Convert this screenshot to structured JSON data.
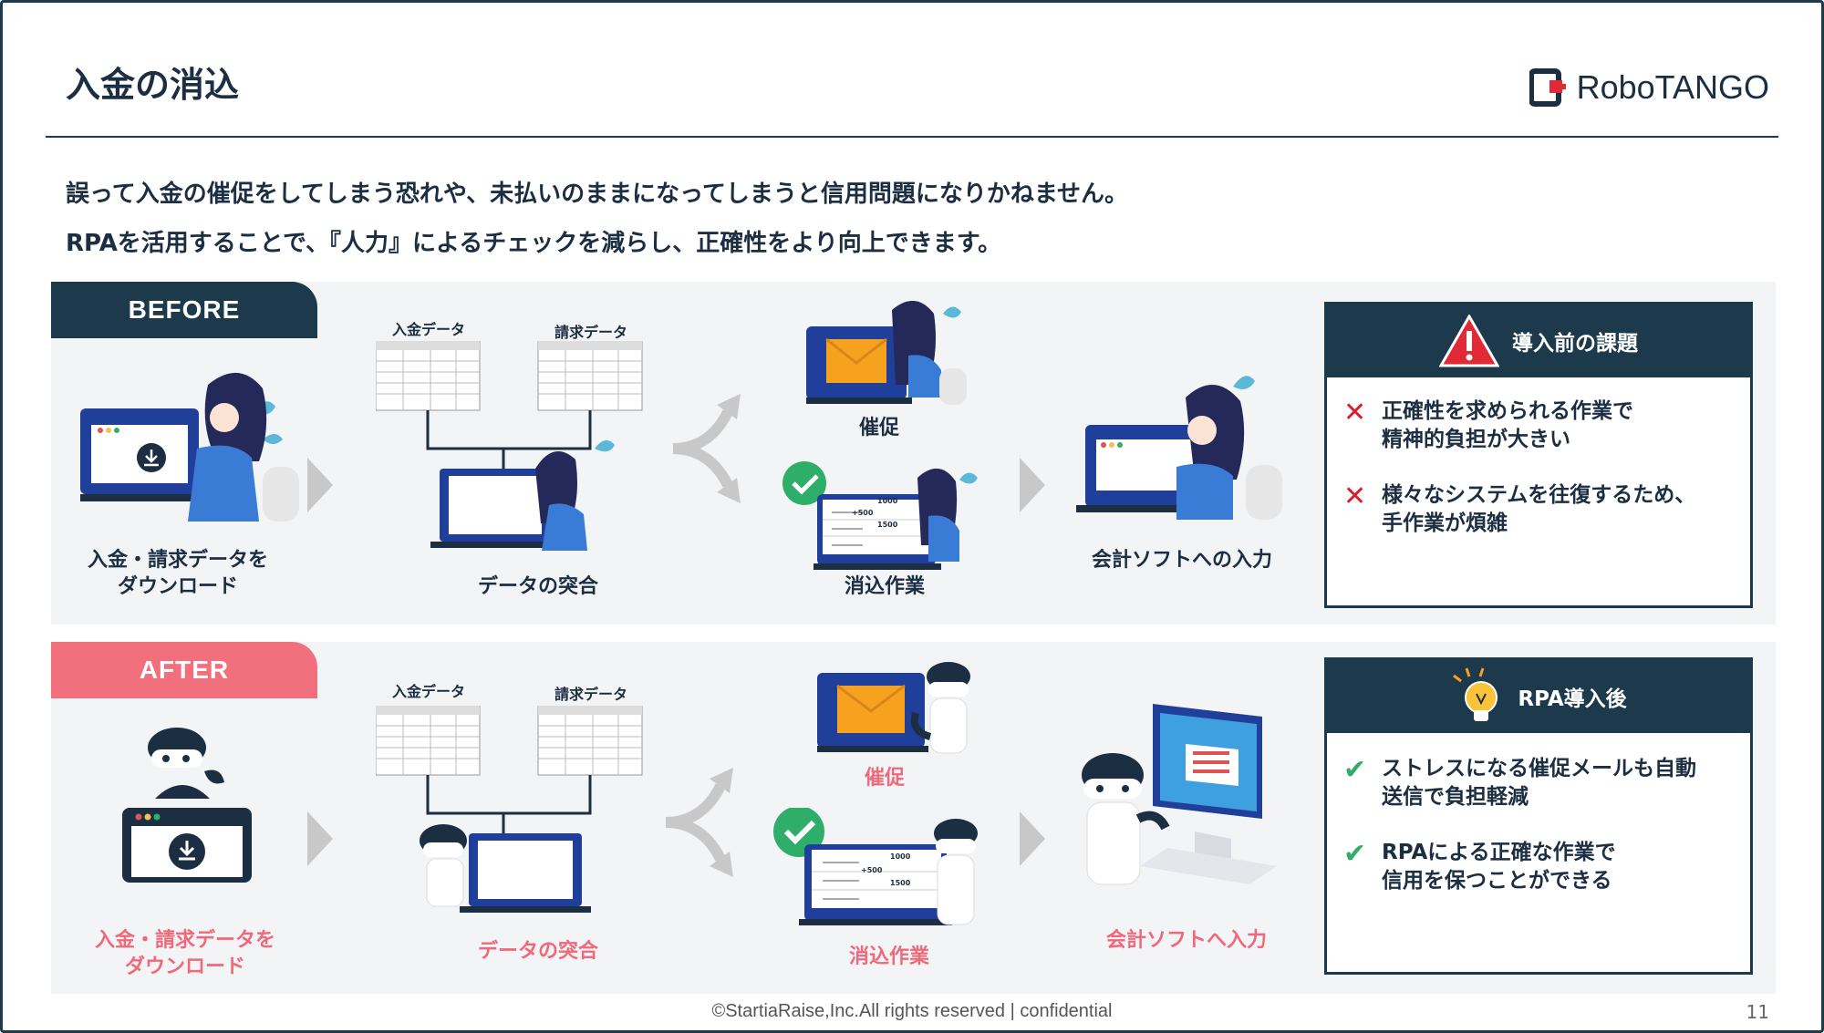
{
  "slide": {
    "title": "入金の消込",
    "logo_text": "RoboTANGO",
    "lead_line1": "誤って入金の催促をしてしまう恐れや、未払いのままになってしまうと信用問題になりかねません。",
    "lead_line2": "RPAを活用することで、『人力』によるチェックを減らし、正確性をより向上できます。"
  },
  "before": {
    "tag": "BEFORE",
    "step1_label_l1": "入金・請求データを",
    "step1_label_l2": "ダウンロード",
    "sheet1_label": "入金データ",
    "sheet2_label": "請求データ",
    "step2_label": "データの突合",
    "step3a_label": "催促",
    "step3b_label": "消込作業",
    "step4_label": "会計ソフトへの入力",
    "values": [
      "1000",
      "+500",
      "1500"
    ]
  },
  "after": {
    "tag": "AFTER",
    "step1_label_l1": "入金・請求データを",
    "step1_label_l2": "ダウンロード",
    "sheet1_label": "入金データ",
    "sheet2_label": "請求データ",
    "step2_label": "データの突合",
    "step3a_label": "催促",
    "step3b_label": "消込作業",
    "step4_label": "会計ソフトへ入力",
    "values": [
      "1000",
      "+500",
      "1500"
    ]
  },
  "issues_box": {
    "title": "導入前の課題",
    "items": [
      {
        "l1": "正確性を求められる作業で",
        "l2": "精神的負担が大きい"
      },
      {
        "l1": "様々なシステムを往復するため、",
        "l2": "手作業が煩雑"
      }
    ]
  },
  "rpa_box": {
    "title": "RPA導入後",
    "items": [
      {
        "l1": "ストレスになる催促メールも自動",
        "l2": "送信で負担軽減"
      },
      {
        "l1": "RPAによる正確な作業で",
        "l2": "信用を保つことができる"
      }
    ]
  },
  "footer": {
    "copyright": "©StartiaRaise,Inc.All rights reserved | confidential",
    "page": "11"
  },
  "colors": {
    "navy": "#1c3a4c",
    "pink": "#f2707d",
    "panel_bg": "#f2f4f6",
    "red": "#d8202c",
    "green": "#2fae6a"
  }
}
